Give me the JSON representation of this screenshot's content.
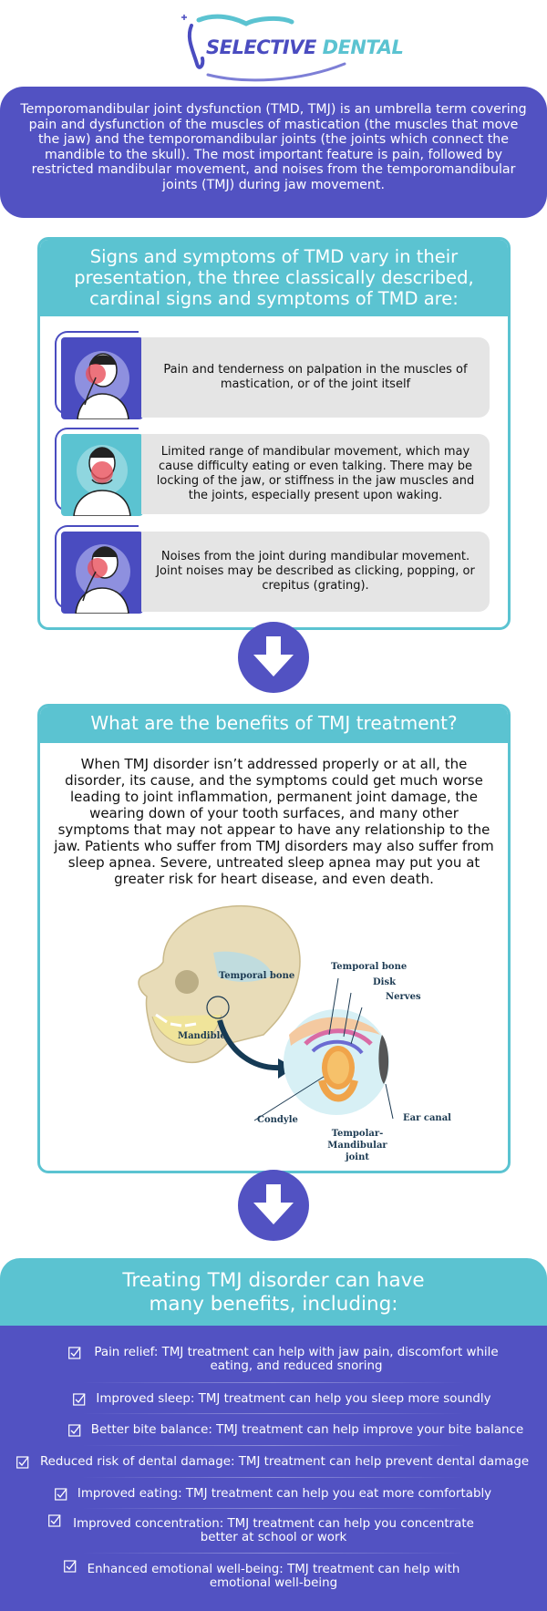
{
  "logo": {
    "word1": "SELECTIVE",
    "word2": "DENTAL"
  },
  "intro": "Temporomandibular joint dysfunction (TMD, TMJ) is an umbrella term covering pain and dysfunction of the muscles of mastication (the muscles that move the jaw) and the temporomandibular joints (the joints which connect the mandible to the skull). The most important feature is pain, followed by restricted mandibular movement, and noises from the temporomandibular joints (TMJ) during jaw movement.",
  "signs": {
    "heading": "Signs and symptoms of TMD vary in their presentation, the three classically described, cardinal signs and symptoms of TMD are:",
    "items": [
      {
        "icon": "jaw-pain-icon",
        "text": "Pain and tenderness on palpation in the muscles of mastication, or of the joint itself"
      },
      {
        "icon": "jaw-stiffness-icon",
        "text": "Limited range of mandibular movement, which may cause difficulty eating or even talking. There may be locking of the jaw, or stiffness in the jaw muscles and the joints, especially present upon waking."
      },
      {
        "icon": "jaw-noise-icon",
        "text": "Noises from the joint during mandibular movement. Joint noises may be described as clicking, popping, or crepitus (grating)."
      }
    ]
  },
  "treatment": {
    "heading": "What are the benefits of TMJ treatment?",
    "body": "When TMJ disorder isn’t addressed properly or at all, the disorder, its cause, and the symptoms could get much worse leading to joint inflammation, permanent joint damage, the wearing down of your tooth surfaces, and many other symptoms that may not appear to have any relationship to the jaw. Patients who suffer from TMJ disorders may also suffer from sleep apnea. Severe, untreated sleep apnea may put you at greater risk for heart disease, and even death.",
    "diagram_labels": {
      "temporal_bone_skull": "Temporal bone",
      "mandible": "Mandible",
      "temporal_bone": "Temporal bone",
      "disk": "Disk",
      "nerves": "Nerves",
      "condyle": "Condyle",
      "joint_line1": "Tempolar-Mandibular",
      "joint_line2": "joint",
      "ear_canal": "Ear canal"
    }
  },
  "benefits": {
    "heading_line1": "Treating TMJ disorder can have",
    "heading_line2": "many benefits, including:",
    "items": [
      {
        "line1": "Pain relief: TMJ treatment can help with jaw pain, discomfort while",
        "line2": "eating, and reduced snoring"
      },
      {
        "line1": "Improved sleep: TMJ treatment can help you sleep more soundly",
        "line2": ""
      },
      {
        "line1": "Better bite balance: TMJ treatment can help improve your bite balance",
        "line2": ""
      },
      {
        "line1": "Reduced risk of dental damage: TMJ treatment can help prevent dental damage",
        "line2": ""
      },
      {
        "line1": "Improved eating: TMJ treatment can help you eat more comfortably",
        "line2": ""
      },
      {
        "line1": "Improved concentration: TMJ treatment can help you concentrate",
        "line2": "better at school or work"
      },
      {
        "line1": "Enhanced emotional well-being: TMJ treatment can help with",
        "line2": "emotional well-being"
      }
    ]
  },
  "colors": {
    "primary": "#5252c2",
    "accent": "#5bc3d1",
    "panel": "#e5e5e5"
  }
}
